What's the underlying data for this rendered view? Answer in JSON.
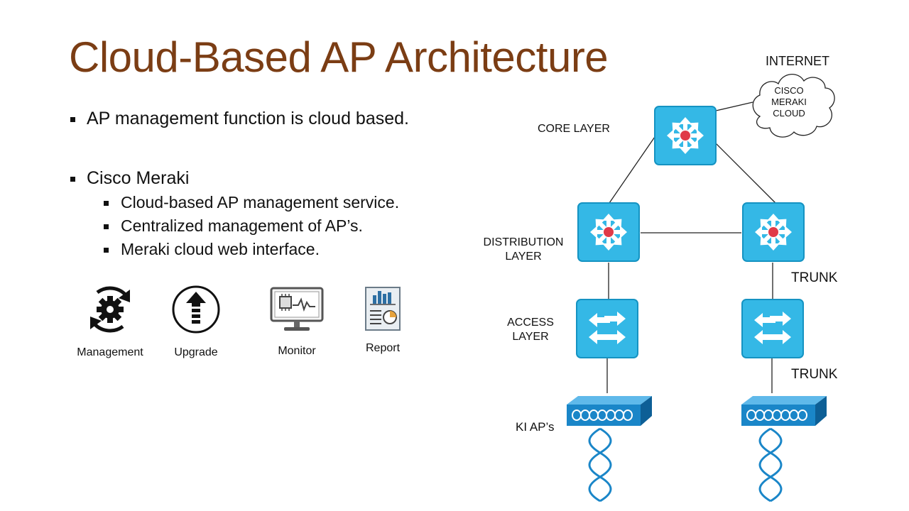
{
  "title": "Cloud-Based AP Architecture",
  "bullets": {
    "item1": "AP management function is cloud based.",
    "item2": "Cisco Meraki",
    "sub": [
      "Cloud-based AP management service.",
      "Centralized management of AP’s.",
      "Meraki cloud web interface."
    ]
  },
  "features": [
    {
      "label": "Management",
      "icon": "gear-refresh-icon"
    },
    {
      "label": "Upgrade",
      "icon": "arrow-up-circle-icon"
    },
    {
      "label": "Monitor",
      "icon": "monitor-chip-icon"
    },
    {
      "label": "Report",
      "icon": "report-chart-icon"
    }
  ],
  "diagram": {
    "internet": "INTERNET",
    "cloud": {
      "line1": "CISCO",
      "line2": "MERAKI",
      "line3": "CLOUD"
    },
    "core": "CORE LAYER",
    "distribution": {
      "line1": "DISTRIBUTION",
      "line2": "LAYER"
    },
    "access": {
      "line1": "ACCESS",
      "line2": "LAYER"
    },
    "aps": "KI AP’s",
    "trunk1": "TRUNK",
    "trunk2": "TRUNK"
  },
  "colors": {
    "title": "#7b3d14",
    "switch": "#34b8e6",
    "switch_border": "#1593c2",
    "ap": "#1a86c8",
    "router_dot": "#e03a48"
  }
}
